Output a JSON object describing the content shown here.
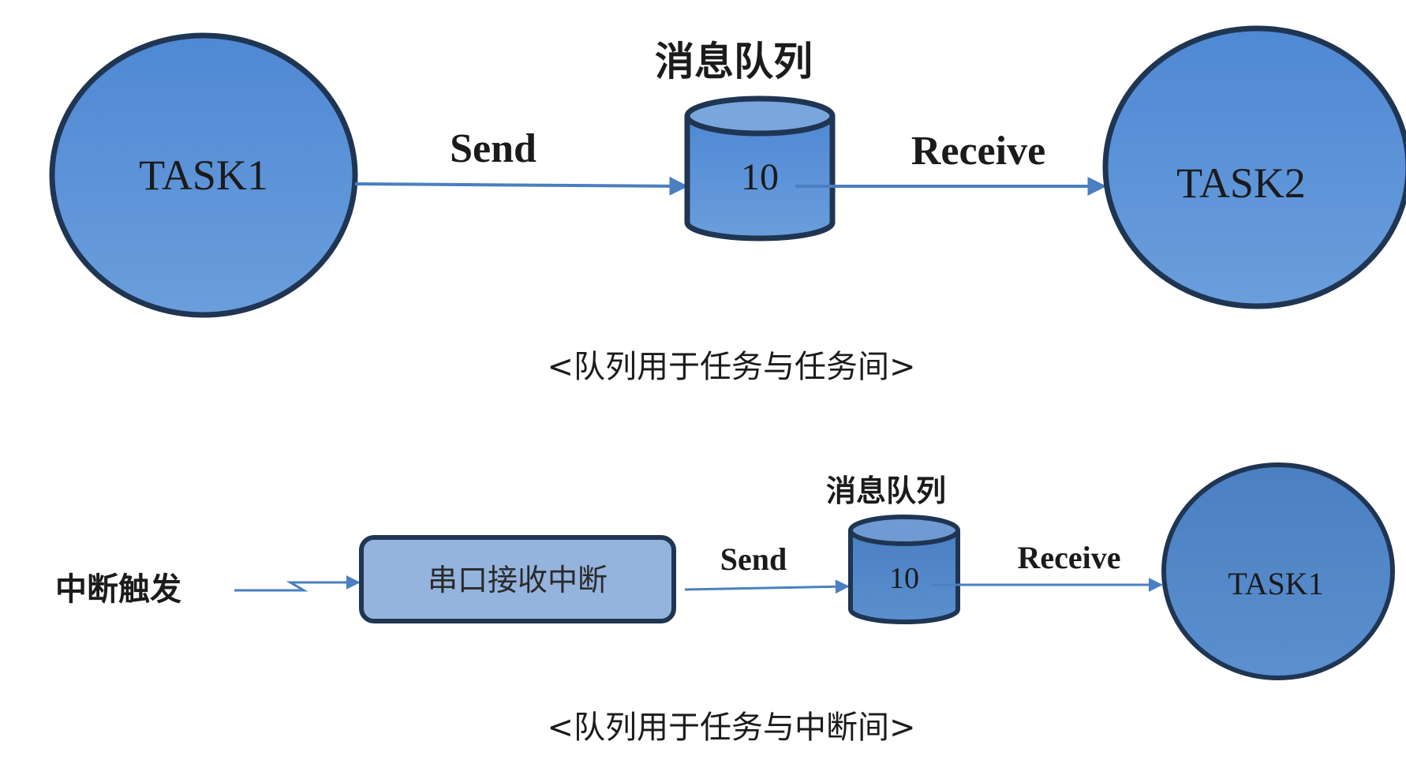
{
  "top": {
    "task_left": "TASK1",
    "task_right": "TASK2",
    "queue_title": "消息队列",
    "queue_value": "10",
    "send_label": "Send",
    "receive_label": "Receive",
    "caption": "<队列用于任务与任务间>"
  },
  "bottom": {
    "trigger_label": "中断触发",
    "isr_label": "串口接收中断",
    "queue_title": "消息队列",
    "queue_value": "10",
    "send_label": "Send",
    "receive_label": "Receive",
    "task_label": "TASK1",
    "caption": "<队列用于任务与中断间>"
  },
  "colors": {
    "node_fill": "#5b93d6",
    "node_stroke": "#1f3552",
    "node_fill_dark": "#4f86c6",
    "box_fill": "#94b3dd",
    "arrow": "#4a7fc1"
  }
}
